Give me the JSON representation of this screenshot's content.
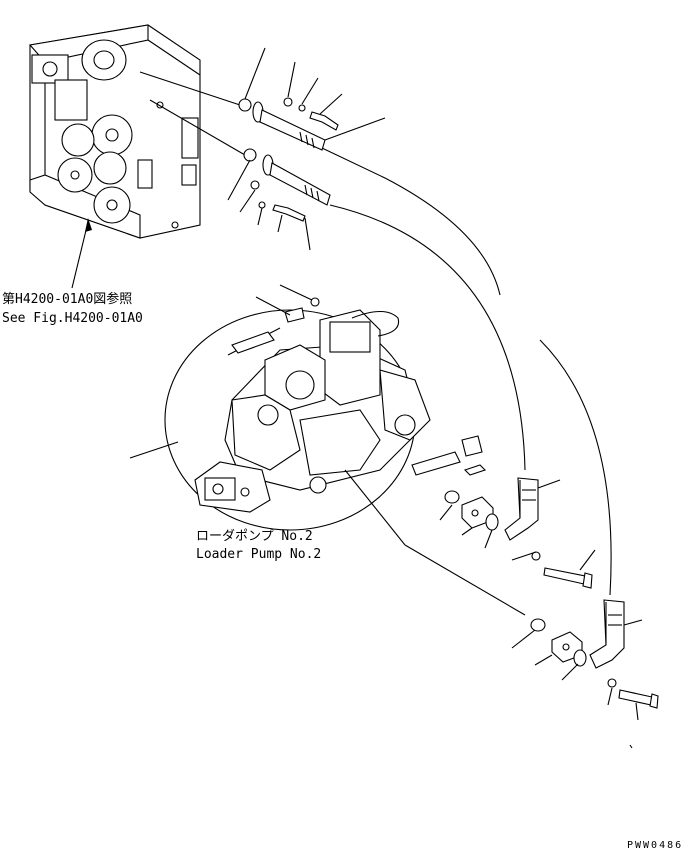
{
  "figure": {
    "reference_ja": "第H4200-01A0図参照",
    "reference_en": "See Fig.H4200-01A0",
    "pump_label_ja": "ローダポンプ No.2",
    "pump_label_en": "Loader Pump No.2",
    "drawing_id": "PWW0486"
  }
}
